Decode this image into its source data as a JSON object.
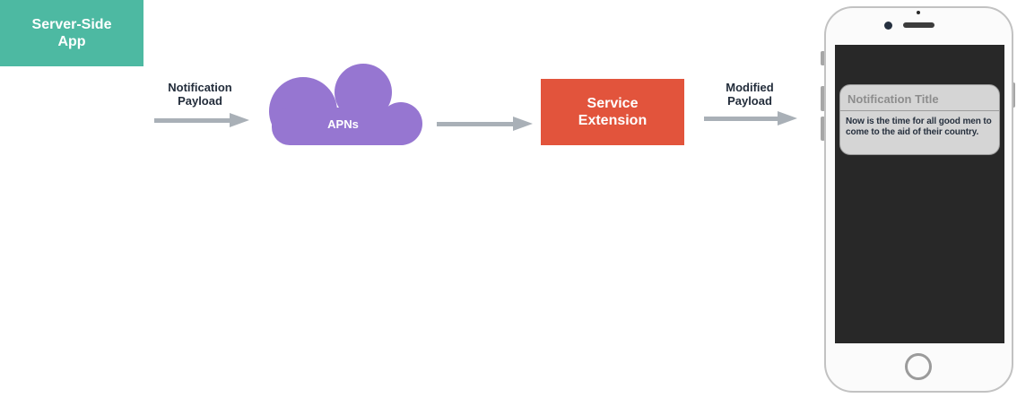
{
  "diagram": {
    "server_app_box": {
      "line1": "Server-Side",
      "line2": "App",
      "color": "#4DB9A2"
    },
    "notification_payload_label": {
      "line1": "Notification",
      "line2": "Payload"
    },
    "apns_cloud": {
      "label": "APNs",
      "color": "#9676D1"
    },
    "service_extension_box": {
      "line1": "Service",
      "line2": "Extension",
      "color": "#E2543C"
    },
    "modified_payload_label": {
      "line1": "Modified",
      "line2": "Payload"
    },
    "arrow_color": "#A9B0B7",
    "label_text_color": "#232D3B"
  },
  "phone": {
    "frame_color": "#FBFBFB",
    "screen_color": "#282828",
    "notification_card": {
      "title": "Notification Title",
      "body": "Now is the time for all good men to come to the aid of their country.",
      "background_color": "#D5D5D5",
      "title_color": "#8D8D8D",
      "body_color": "#26303E"
    }
  }
}
